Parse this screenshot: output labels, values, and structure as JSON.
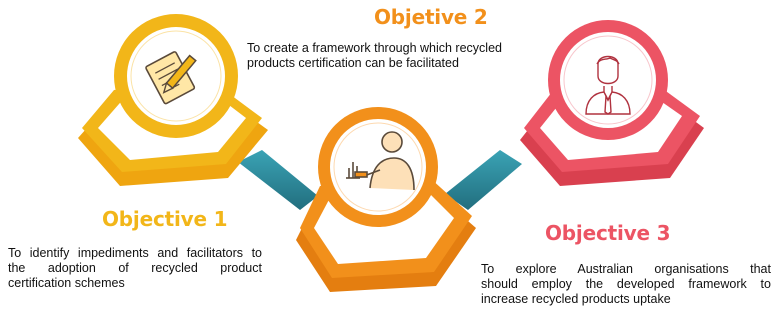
{
  "colors": {
    "yellow": "#F2B619",
    "orange": "#F2901B",
    "red": "#EC5464",
    "teal": "#2E8C9E",
    "icon_ink": "#5A4A3A"
  },
  "objectives": [
    {
      "title": "Objective 1",
      "description_lines": [
        "To identify impediments and facilitators to",
        "the adoption of recycled product",
        "certification schemes"
      ],
      "icon": "document-pencil-icon",
      "color": "#F2B619"
    },
    {
      "title": "Objetive 2",
      "description_lines": [
        "To create a framework through which recycled",
        "products certification can be facilitated"
      ],
      "icon": "person-with-chart-icon",
      "color": "#F2901B"
    },
    {
      "title": "Objective 3",
      "description_lines": [
        "To explore Australian organisations that",
        "should employ the developed framework to",
        "increase recycled products uptake"
      ],
      "icon": "businessman-icon",
      "color": "#EC5464"
    }
  ]
}
